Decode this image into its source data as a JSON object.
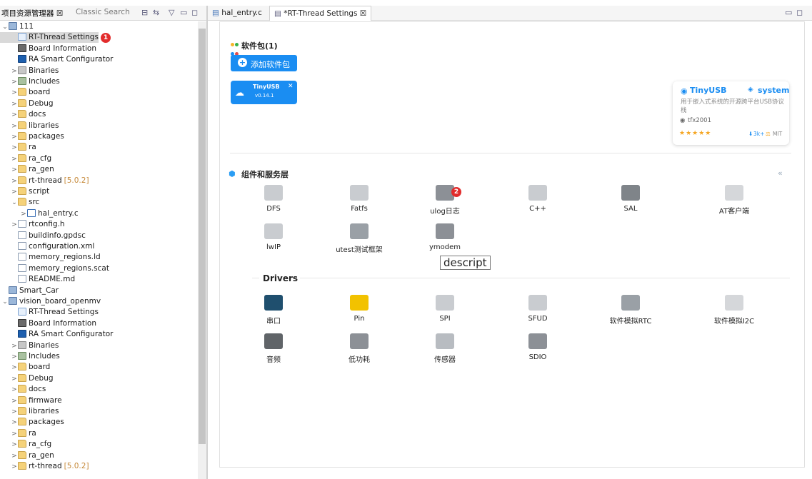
{
  "left_panel": {
    "tabs": [
      "项目资源管理器 ☒",
      "Classic Search"
    ],
    "tree": [
      {
        "label": "111",
        "twisty": "⌄",
        "icon": "proj",
        "depth": 0
      },
      {
        "label": "RT-Thread Settings",
        "twisty": "",
        "icon": "rtt",
        "depth": 1,
        "selected": true,
        "badge": "1"
      },
      {
        "label": "Board Information",
        "twisty": "",
        "icon": "board",
        "depth": 1
      },
      {
        "label": "RA Smart Configurator",
        "twisty": "",
        "icon": "ra",
        "depth": 1
      },
      {
        "label": "Binaries",
        "twisty": ">",
        "icon": "bin",
        "depth": 1
      },
      {
        "label": "Includes",
        "twisty": ">",
        "icon": "inc",
        "depth": 1
      },
      {
        "label": "board",
        "twisty": ">",
        "icon": "folder",
        "depth": 1
      },
      {
        "label": "Debug",
        "twisty": ">",
        "icon": "folder",
        "depth": 1
      },
      {
        "label": "docs",
        "twisty": ">",
        "icon": "folder",
        "depth": 1
      },
      {
        "label": "libraries",
        "twisty": ">",
        "icon": "folder",
        "depth": 1
      },
      {
        "label": "packages",
        "twisty": ">",
        "icon": "folder",
        "depth": 1
      },
      {
        "label": "ra",
        "twisty": ">",
        "icon": "folder",
        "depth": 1
      },
      {
        "label": "ra_cfg",
        "twisty": ">",
        "icon": "folder",
        "depth": 1
      },
      {
        "label": "ra_gen",
        "twisty": ">",
        "icon": "folder",
        "depth": 1
      },
      {
        "label": "rt-thread",
        "twisty": ">",
        "icon": "folder",
        "depth": 1,
        "version": "[5.0.2]"
      },
      {
        "label": "script",
        "twisty": ">",
        "icon": "folder",
        "depth": 1
      },
      {
        "label": "src",
        "twisty": "⌄",
        "icon": "folder",
        "depth": 1
      },
      {
        "label": "hal_entry.c",
        "twisty": ">",
        "icon": "csrc",
        "depth": 2
      },
      {
        "label": "rtconfig.h",
        "twisty": ">",
        "icon": "file",
        "depth": 1
      },
      {
        "label": "buildinfo.gpdsc",
        "twisty": "",
        "icon": "file",
        "depth": 1
      },
      {
        "label": "configuration.xml",
        "twisty": "",
        "icon": "file",
        "depth": 1
      },
      {
        "label": "memory_regions.ld",
        "twisty": "",
        "icon": "file",
        "depth": 1
      },
      {
        "label": "memory_regions.scat",
        "twisty": "",
        "icon": "file",
        "depth": 1
      },
      {
        "label": "README.md",
        "twisty": "",
        "icon": "file",
        "depth": 1
      },
      {
        "label": "Smart_Car",
        "twisty": "",
        "icon": "proj",
        "depth": 0
      },
      {
        "label": "vision_board_openmv",
        "twisty": "⌄",
        "icon": "proj",
        "depth": 0
      },
      {
        "label": "RT-Thread Settings",
        "twisty": "",
        "icon": "rtt",
        "depth": 1
      },
      {
        "label": "Board Information",
        "twisty": "",
        "icon": "board",
        "depth": 1
      },
      {
        "label": "RA Smart Configurator",
        "twisty": "",
        "icon": "ra",
        "depth": 1
      },
      {
        "label": "Binaries",
        "twisty": ">",
        "icon": "bin",
        "depth": 1
      },
      {
        "label": "Includes",
        "twisty": ">",
        "icon": "inc",
        "depth": 1
      },
      {
        "label": "board",
        "twisty": ">",
        "icon": "folder",
        "depth": 1
      },
      {
        "label": "Debug",
        "twisty": ">",
        "icon": "folder",
        "depth": 1
      },
      {
        "label": "docs",
        "twisty": ">",
        "icon": "folder",
        "depth": 1
      },
      {
        "label": "firmware",
        "twisty": ">",
        "icon": "folder",
        "depth": 1
      },
      {
        "label": "libraries",
        "twisty": ">",
        "icon": "folder",
        "depth": 1
      },
      {
        "label": "packages",
        "twisty": ">",
        "icon": "folder",
        "depth": 1
      },
      {
        "label": "ra",
        "twisty": ">",
        "icon": "folder",
        "depth": 1
      },
      {
        "label": "ra_cfg",
        "twisty": ">",
        "icon": "folder",
        "depth": 1
      },
      {
        "label": "ra_gen",
        "twisty": ">",
        "icon": "folder",
        "depth": 1
      },
      {
        "label": "rt-thread",
        "twisty": ">",
        "icon": "folder",
        "depth": 1,
        "version": "[5.0.2]"
      }
    ]
  },
  "editor_tabs": [
    {
      "label": "hal_entry.c",
      "active": false
    },
    {
      "label": "*RT-Thread Settings ☒",
      "active": true
    }
  ],
  "packages": {
    "title": "软件包(1)",
    "add_button": "添加软件包",
    "card": {
      "name": "TinyUSB",
      "version": "v0.14.1",
      "close": "✕"
    }
  },
  "info_card": {
    "name": "TinyUSB",
    "tag": "system",
    "description": "用于嵌入式系统的开源跨平台USB协议栈",
    "author": "tfx2001",
    "stars": "★★★★★",
    "downloads": "3k+",
    "license": "MIT"
  },
  "components": {
    "title": "组件和服务层",
    "collapse": "«",
    "items": [
      {
        "label": "DFS"
      },
      {
        "label": "Fatfs"
      },
      {
        "label": "ulog日志",
        "badge": "2"
      },
      {
        "label": "C++"
      },
      {
        "label": "SAL"
      },
      {
        "label": "AT客户端"
      },
      {
        "label": "lwIP"
      },
      {
        "label": "utest测试框架"
      },
      {
        "label": "ymodem"
      }
    ]
  },
  "tooltip": "descript",
  "drivers": {
    "title": "Drivers",
    "items": [
      {
        "label": "串口"
      },
      {
        "label": "Pin"
      },
      {
        "label": "SPI"
      },
      {
        "label": "SFUD"
      },
      {
        "label": "软件模拟RTC"
      },
      {
        "label": "软件模拟I2C"
      },
      {
        "label": "音频"
      },
      {
        "label": "低功耗"
      },
      {
        "label": "传感器"
      },
      {
        "label": "SDIO"
      }
    ]
  },
  "colors": {
    "accent": "#1a8df2",
    "badge": "#e22c2c",
    "star": "#f5a623"
  }
}
